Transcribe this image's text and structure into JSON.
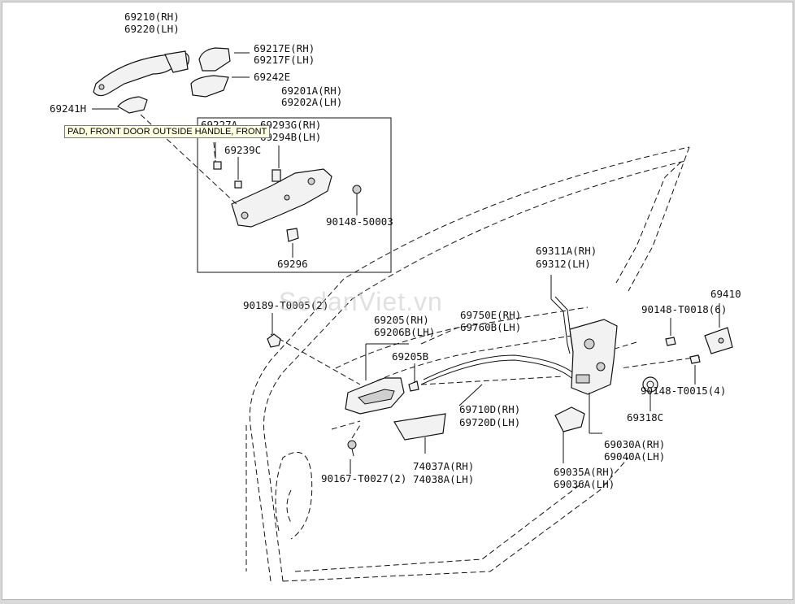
{
  "diagram": {
    "parts": [
      {
        "id": "p1",
        "text": "69210(RH)"
      },
      {
        "id": "p2",
        "text": "69220(LH)"
      },
      {
        "id": "p3",
        "text": "69217E(RH)"
      },
      {
        "id": "p4",
        "text": "69217F(LH)"
      },
      {
        "id": "p5",
        "text": "69242E"
      },
      {
        "id": "p6",
        "text": "69201A(RH)"
      },
      {
        "id": "p7",
        "text": "69202A(LH)"
      },
      {
        "id": "p8",
        "text": "69241H"
      },
      {
        "id": "p9",
        "text": "69227A"
      },
      {
        "id": "p10",
        "text": "69293G(RH)"
      },
      {
        "id": "p11",
        "text": "69294B(LH)"
      },
      {
        "id": "p12",
        "text": "69239C"
      },
      {
        "id": "p13",
        "text": "90148-50003"
      },
      {
        "id": "p14",
        "text": "69296"
      },
      {
        "id": "p15",
        "text": "69311A(RH)"
      },
      {
        "id": "p16",
        "text": "69312(LH)"
      },
      {
        "id": "p17",
        "text": "69410"
      },
      {
        "id": "p18",
        "text": "90189-T0005(2)"
      },
      {
        "id": "p19",
        "text": "69205(RH)"
      },
      {
        "id": "p20",
        "text": "69206B(LH)"
      },
      {
        "id": "p21",
        "text": "69750E(RH)"
      },
      {
        "id": "p22",
        "text": "69760B(LH)"
      },
      {
        "id": "p23",
        "text": "90148-T0018(6)"
      },
      {
        "id": "p24",
        "text": "69205B"
      },
      {
        "id": "p25",
        "text": "90148-T0015(4)"
      },
      {
        "id": "p26",
        "text": "69710D(RH)"
      },
      {
        "id": "p27",
        "text": "69720D(LH)"
      },
      {
        "id": "p28",
        "text": "69318C"
      },
      {
        "id": "p29",
        "text": "69030A(RH)"
      },
      {
        "id": "p30",
        "text": "69040A(LH)"
      },
      {
        "id": "p31",
        "text": "74037A(RH)"
      },
      {
        "id": "p32",
        "text": "74038A(LH)"
      },
      {
        "id": "p33",
        "text": "90167-T0027(2)"
      },
      {
        "id": "p34",
        "text": "69035A(RH)"
      },
      {
        "id": "p35",
        "text": "69036A(LH)"
      }
    ],
    "tooltip": "PAD, FRONT DOOR OUTSIDE HANDLE, FRONT",
    "watermark": "SedanViet.vn"
  }
}
